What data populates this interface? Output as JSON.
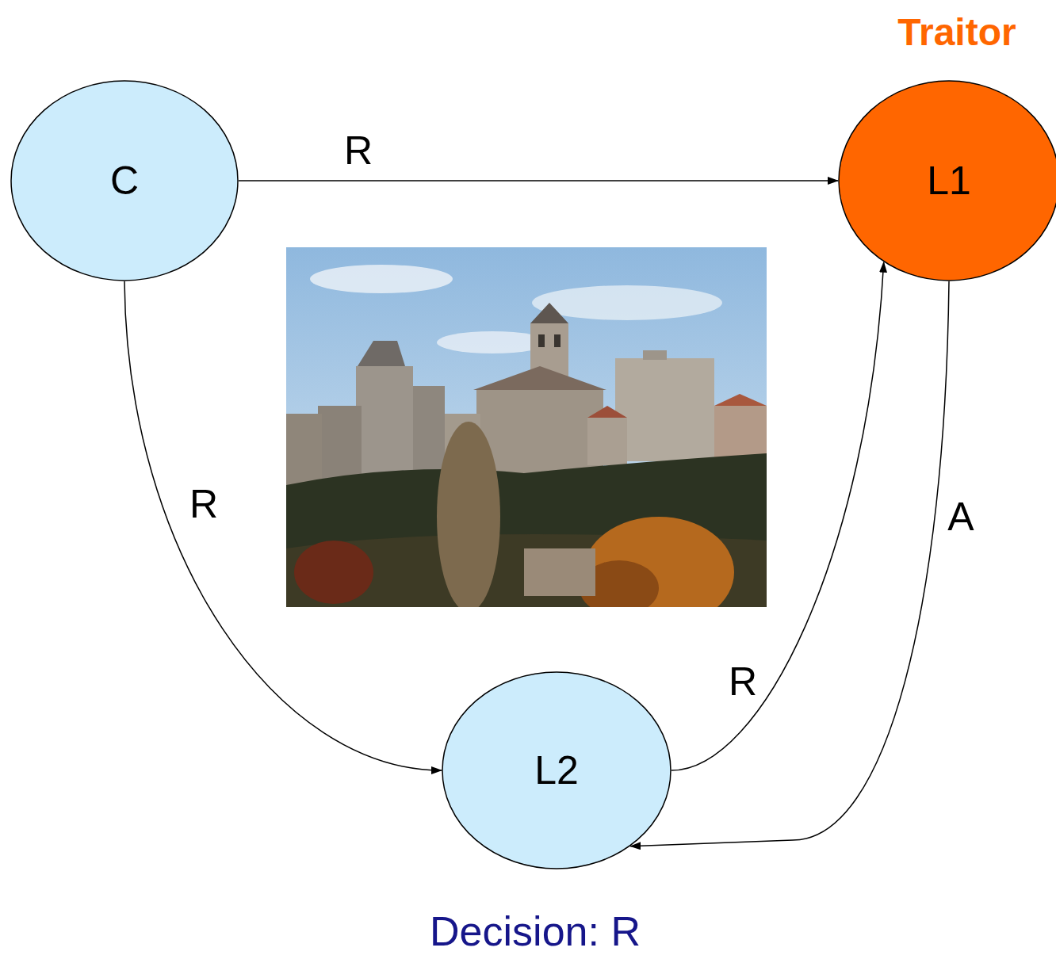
{
  "diagram": {
    "nodes": [
      {
        "text": [
          "C"
        ]
      },
      {
        "text": [
          "Traitor",
          "L1"
        ]
      },
      {
        "text": [
          "L2"
        ]
      }
    ],
    "edges": [
      {
        "from": 0,
        "to": 1,
        "label": "R",
        "arrow": "to"
      },
      {
        "from": 0,
        "to": 2,
        "label": "R",
        "arrow": "to"
      },
      {
        "from": 2,
        "to": 1,
        "label": "R",
        "arrow": "to"
      },
      {
        "from": 1,
        "to": 2,
        "label": "A",
        "arrow": "to"
      }
    ],
    "labels": [
      "Decision: R"
    ]
  }
}
